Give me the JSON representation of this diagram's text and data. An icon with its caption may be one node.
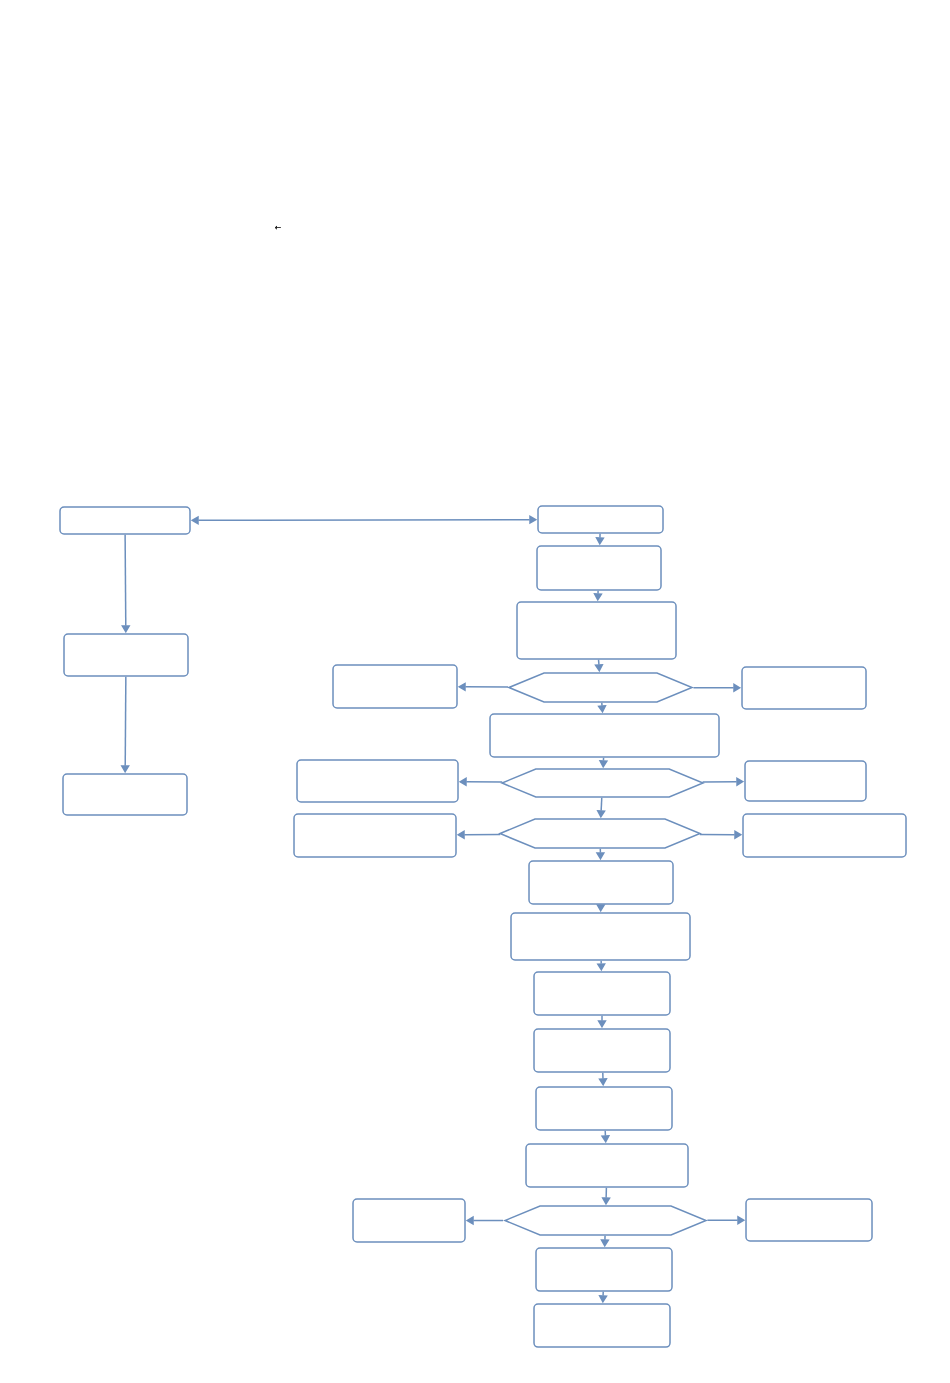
{
  "diagram": {
    "nodes": [
      {
        "text": [],
        "shape": "box"
      },
      {
        "text": [],
        "shape": "box"
      },
      {
        "text": [],
        "shape": "box"
      },
      {
        "text": [],
        "shape": "box"
      },
      {
        "text": [],
        "shape": "box"
      },
      {
        "text": [],
        "shape": "box"
      },
      {
        "text": [],
        "shape": "box"
      },
      {
        "text": [],
        "shape": "hexagon"
      },
      {
        "text": [],
        "shape": "box"
      },
      {
        "text": [],
        "shape": "box"
      },
      {
        "text": [],
        "shape": "box"
      },
      {
        "text": [],
        "shape": "hexagon"
      },
      {
        "text": [],
        "shape": "box"
      },
      {
        "text": [],
        "shape": "box"
      },
      {
        "text": [],
        "shape": "hexagon"
      },
      {
        "text": [],
        "shape": "box"
      },
      {
        "text": [],
        "shape": "box"
      },
      {
        "text": [],
        "shape": "box"
      },
      {
        "text": [],
        "shape": "box"
      },
      {
        "text": [],
        "shape": "box"
      },
      {
        "text": [],
        "shape": "box"
      },
      {
        "text": [],
        "shape": "box"
      },
      {
        "text": [],
        "shape": "box"
      },
      {
        "text": [],
        "shape": "hexagon"
      },
      {
        "text": [],
        "shape": "box"
      },
      {
        "text": [],
        "shape": "box"
      },
      {
        "text": [],
        "shape": "box"
      }
    ],
    "edges": [
      {
        "from": 0,
        "to": 3,
        "arrow": "both"
      },
      {
        "from": 0,
        "to": 1,
        "arrow": "to"
      },
      {
        "from": 1,
        "to": 2,
        "arrow": "to"
      },
      {
        "from": 3,
        "to": 4,
        "arrow": "to"
      },
      {
        "from": 4,
        "to": 5,
        "arrow": "to"
      },
      {
        "from": 5,
        "to": 7,
        "arrow": "to"
      },
      {
        "from": 7,
        "to": 6,
        "arrow": "to"
      },
      {
        "from": 7,
        "to": 8,
        "arrow": "to"
      },
      {
        "from": 7,
        "to": 9,
        "arrow": "to"
      },
      {
        "from": 9,
        "to": 11,
        "arrow": "to"
      },
      {
        "from": 11,
        "to": 10,
        "arrow": "to"
      },
      {
        "from": 11,
        "to": 12,
        "arrow": "to"
      },
      {
        "from": 11,
        "to": 14,
        "arrow": "to"
      },
      {
        "from": 14,
        "to": 13,
        "arrow": "to"
      },
      {
        "from": 14,
        "to": 15,
        "arrow": "to"
      },
      {
        "from": 14,
        "to": 16,
        "arrow": "to"
      },
      {
        "from": 16,
        "to": 17,
        "arrow": "to"
      },
      {
        "from": 17,
        "to": 18,
        "arrow": "to"
      },
      {
        "from": 18,
        "to": 19,
        "arrow": "to"
      },
      {
        "from": 19,
        "to": 20,
        "arrow": "to"
      },
      {
        "from": 20,
        "to": 21,
        "arrow": "to"
      },
      {
        "from": 21,
        "to": 23,
        "arrow": "to"
      },
      {
        "from": 23,
        "to": 22,
        "arrow": "to"
      },
      {
        "from": 23,
        "to": 24,
        "arrow": "to"
      },
      {
        "from": 23,
        "to": 25,
        "arrow": "to"
      },
      {
        "from": 25,
        "to": 26,
        "arrow": "to"
      }
    ],
    "labels": [
      "←"
    ]
  }
}
